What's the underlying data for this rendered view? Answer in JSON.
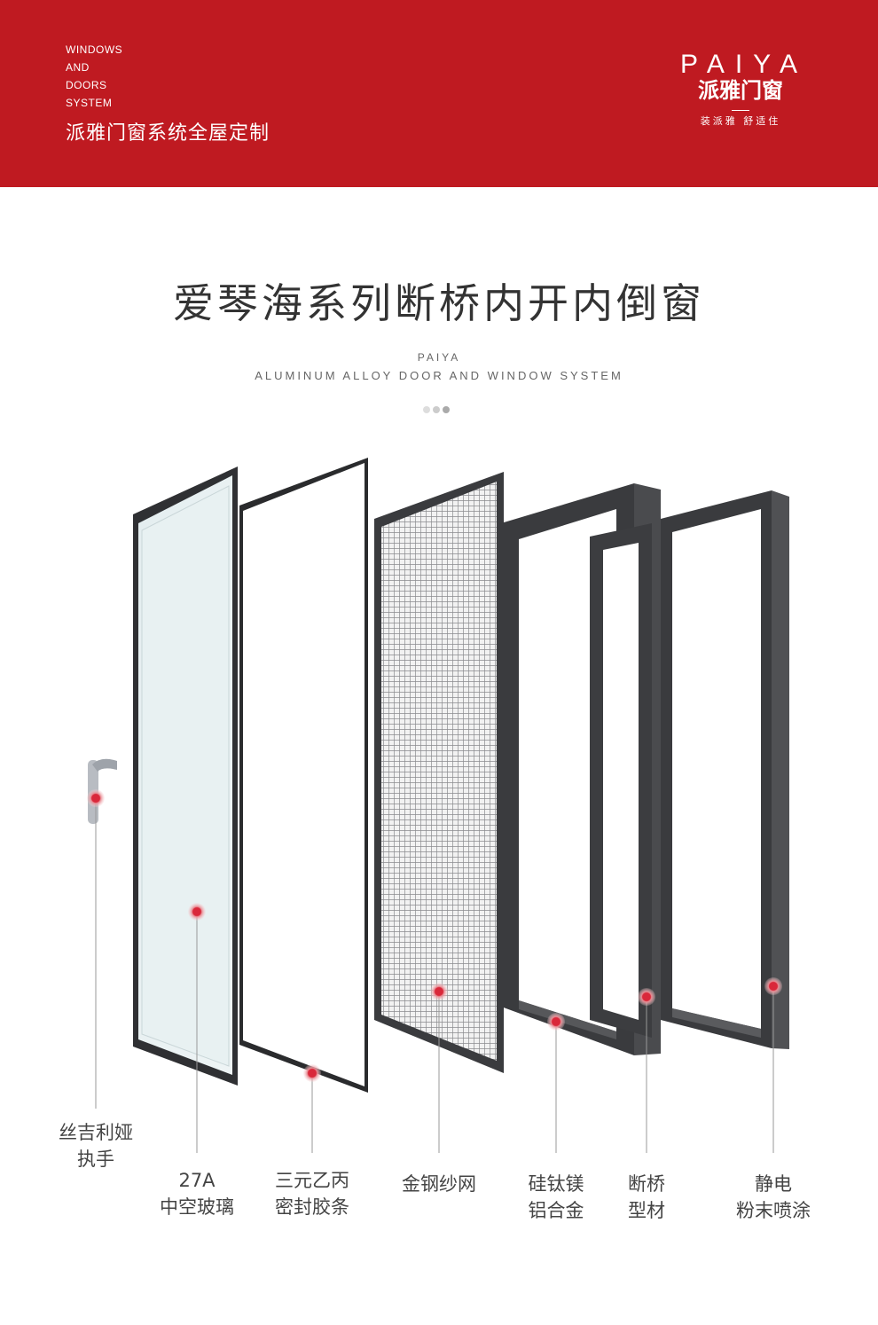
{
  "header": {
    "en_lines": [
      "WINDOWS",
      "AND",
      "DOORS",
      "SYSTEM"
    ],
    "cn_tagline": "派雅门窗系统全屋定制",
    "logo_latin": "PAIYA",
    "logo_cn": "派雅门窗",
    "logo_slogan": "装派雅  舒适住",
    "background": "#bf1a21"
  },
  "title": "爱琴海系列断桥内开内倒窗",
  "subtitle_brand": "PAIYA",
  "subtitle_system": "ALUMINUM ALLOY DOOR AND WINDOW SYSTEM",
  "dots": [
    "#dddddd",
    "#cccccc",
    "#aaaaaa"
  ],
  "components": [
    {
      "line1": "丝吉利娅",
      "line2": "执手"
    },
    {
      "line1": "27A",
      "line2": "中空玻璃"
    },
    {
      "line1": "三元乙丙",
      "line2": "密封胶条"
    },
    {
      "line1": "金钢纱网",
      "line2": ""
    },
    {
      "line1": "硅钛镁",
      "line2": "铝合金"
    },
    {
      "line1": "断桥",
      "line2": "型材"
    },
    {
      "line1": "静电",
      "line2": "粉末喷涂"
    }
  ],
  "colors": {
    "accent": "#d9283a",
    "frame": "#3c3d40"
  }
}
